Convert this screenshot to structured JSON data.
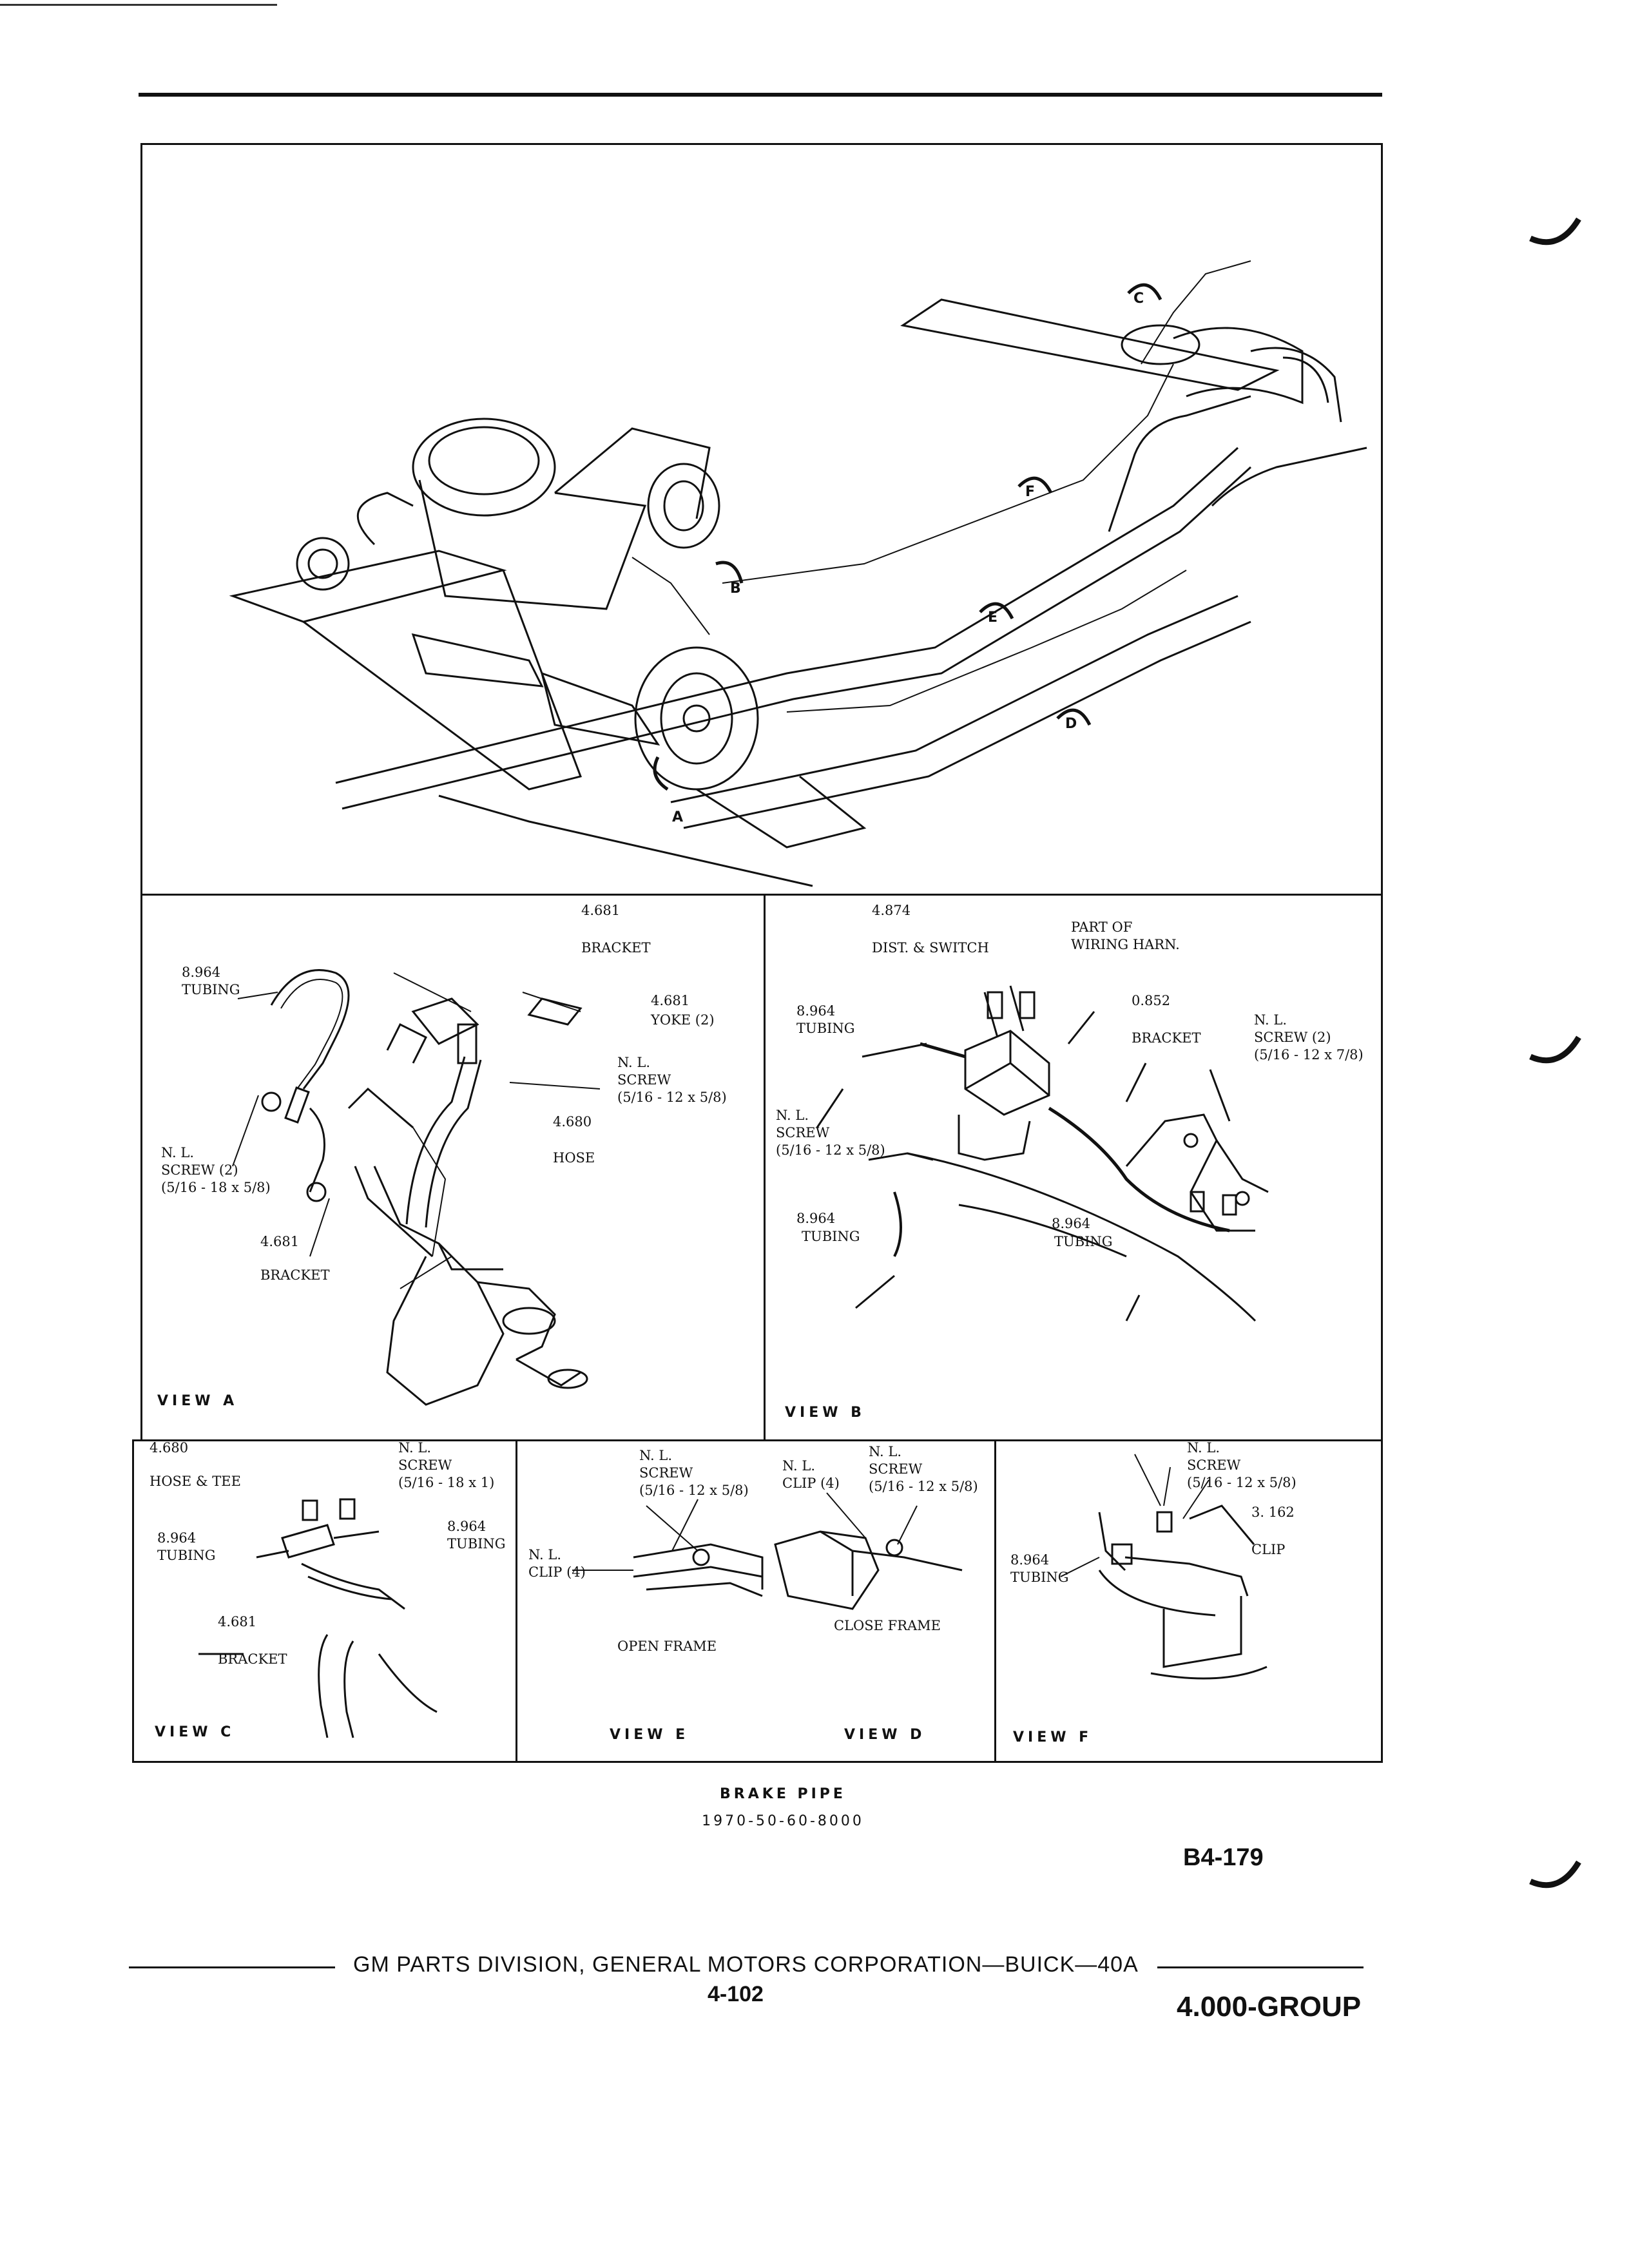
{
  "views": {
    "a": {
      "tag": "VIEW A",
      "labels": {
        "part_4681_top": "4.681",
        "bracket_top": "BRACKET",
        "part_8964": "8.964",
        "tubing": "TUBING",
        "part_4681_yoke": "4.681",
        "yoke": "YOKE (2)",
        "nl_screw_right": "N. L.\nSCREW\n(5/16 - 12 x 5/8)",
        "part_4680": "4.680",
        "hose": "HOSE",
        "nl_screw_left": "N. L.\nSCREW (2)\n(5/16 - 18 x 5/8)",
        "part_4681_bottom": "4.681",
        "bracket_bottom": "BRACKET"
      }
    },
    "b": {
      "tag": "VIEW B",
      "labels": {
        "part_4874": "4.874",
        "dist_switch": "DIST. & SWITCH",
        "part_of_harness": "PART OF\nWIRING HARN.",
        "part_0852": "0.852",
        "bracket": "BRACKET",
        "nl_screw_right": "N. L.\nSCREW (2)\n(5/16 - 12 x 7/8)",
        "part_8964_top": "8.964",
        "tubing_top": "TUBING",
        "nl_screw_left": "N. L.\nSCREW\n(5/16 - 12 x 5/8)",
        "part_8964_bottom_left": "8.964",
        "tubing_bottom_left": "TUBING",
        "part_8964_bottom_right": "8.964",
        "tubing_bottom_right": "TUBING"
      }
    },
    "c": {
      "tag": "VIEW C",
      "labels": {
        "part_4680": "4.680",
        "hose_tee": "HOSE & TEE",
        "nl_screw": "N. L.\nSCREW\n(5/16 - 18 x 1)",
        "part_8964_right": "8.964\nTUBING",
        "part_8964_left": "8.964\nTUBING",
        "part_4681": "4.681",
        "bracket": "BRACKET"
      }
    },
    "e": {
      "tag": "VIEW E",
      "labels": {
        "nl_screw": "N. L.\nSCREW\n(5/16 - 12 x 5/8)",
        "nl_clip": "N. L.\nCLIP (4)",
        "open_frame": "OPEN FRAME"
      }
    },
    "d": {
      "tag": "VIEW D",
      "labels": {
        "nl_clip": "N. L.\nCLIP (4)",
        "nl_screw": "N. L.\nSCREW\n(5/16 - 12 x 5/8)",
        "close_frame": "CLOSE FRAME"
      }
    },
    "f": {
      "tag": "VIEW F",
      "labels": {
        "nl_screw": "N. L.\nSCREW\n(5/16 - 12 x 5/8)",
        "part_3162": "3. 162",
        "clip": "CLIP",
        "part_8964": "8.964\nTUBING"
      }
    }
  },
  "main_view_markers": [
    "A",
    "B",
    "C",
    "D",
    "E",
    "F"
  ],
  "caption": {
    "title": "BRAKE PIPE",
    "code": "1970-50-60-8000"
  },
  "figure_number": "B4-179",
  "footer": {
    "publisher": "GM PARTS DIVISION, GENERAL MOTORS CORPORATION—BUICK—40A",
    "page": "4-102",
    "group": "4.000-GROUP"
  }
}
